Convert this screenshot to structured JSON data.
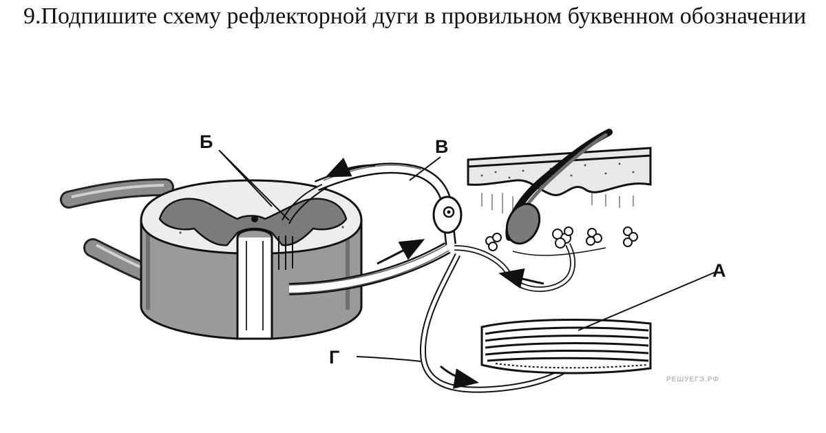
{
  "question": {
    "text": "9.Подпишите схему рефлекторной дуги в провильном буквенном обозначении"
  },
  "diagram": {
    "labels": {
      "a": "А",
      "b": "Б",
      "v": "В",
      "g": "Г"
    },
    "watermark": "РЕШУЕГЭ.РФ"
  }
}
